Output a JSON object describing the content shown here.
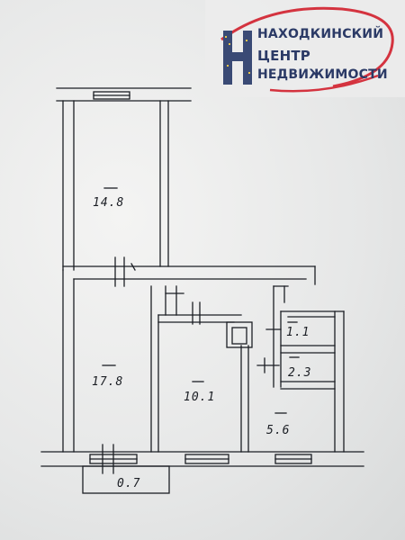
{
  "watermark": {
    "line1": "НАХОДКИНСКИЙ",
    "line2": "ЦЕНТР",
    "line3": "НЕДВИЖИМОСТИ",
    "logo_letter": "Н",
    "colors": {
      "text": "#2b3a66",
      "arc": "#d4333f",
      "logo": "#3a4a75"
    }
  },
  "rooms": [
    {
      "id": "room-top",
      "area": "14.8"
    },
    {
      "id": "room-left",
      "area": "17.8"
    },
    {
      "id": "room-center",
      "area": "10.1"
    },
    {
      "id": "room-kitchen",
      "area": "5.6"
    },
    {
      "id": "room-bath",
      "area": "2.3"
    },
    {
      "id": "room-wc",
      "area": "1.1"
    },
    {
      "id": "balcony",
      "area": "0.7"
    }
  ],
  "colors": {
    "ink": "#1b1e24",
    "paper": "#e9eaea"
  }
}
